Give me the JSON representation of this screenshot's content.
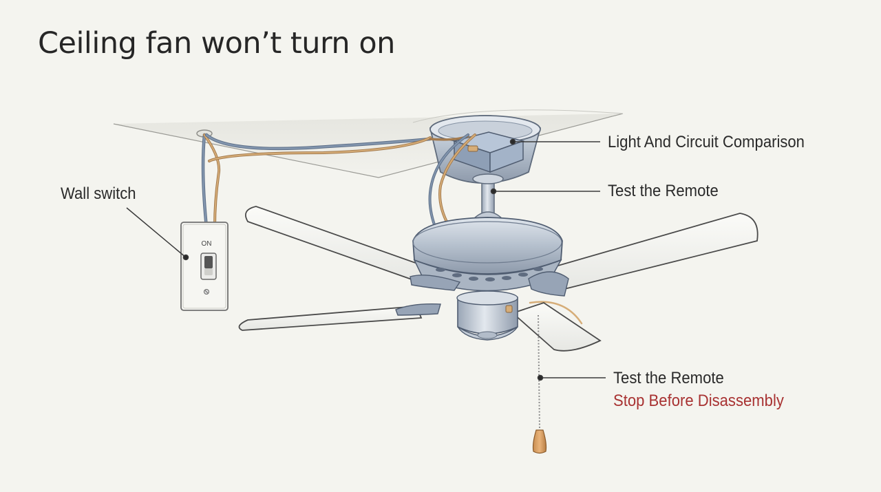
{
  "title": "Ceiling fan won’t turn on",
  "colors": {
    "background": "#f4f4ef",
    "warning_text": "#a83232",
    "hot_wire": "#c9a06c",
    "neutral_wire": "#7c8ea8",
    "fan_metal": "#a9b5c4"
  },
  "switch_plate": {
    "on_text": "ON"
  },
  "labels": {
    "wall_switch": "Wall switch",
    "canopy": "Light And Circuit Comparison",
    "downrod": "Test the Remote",
    "pull_chain_primary": "Test the Remote",
    "pull_chain_warning": "Stop Before Disassembly"
  }
}
